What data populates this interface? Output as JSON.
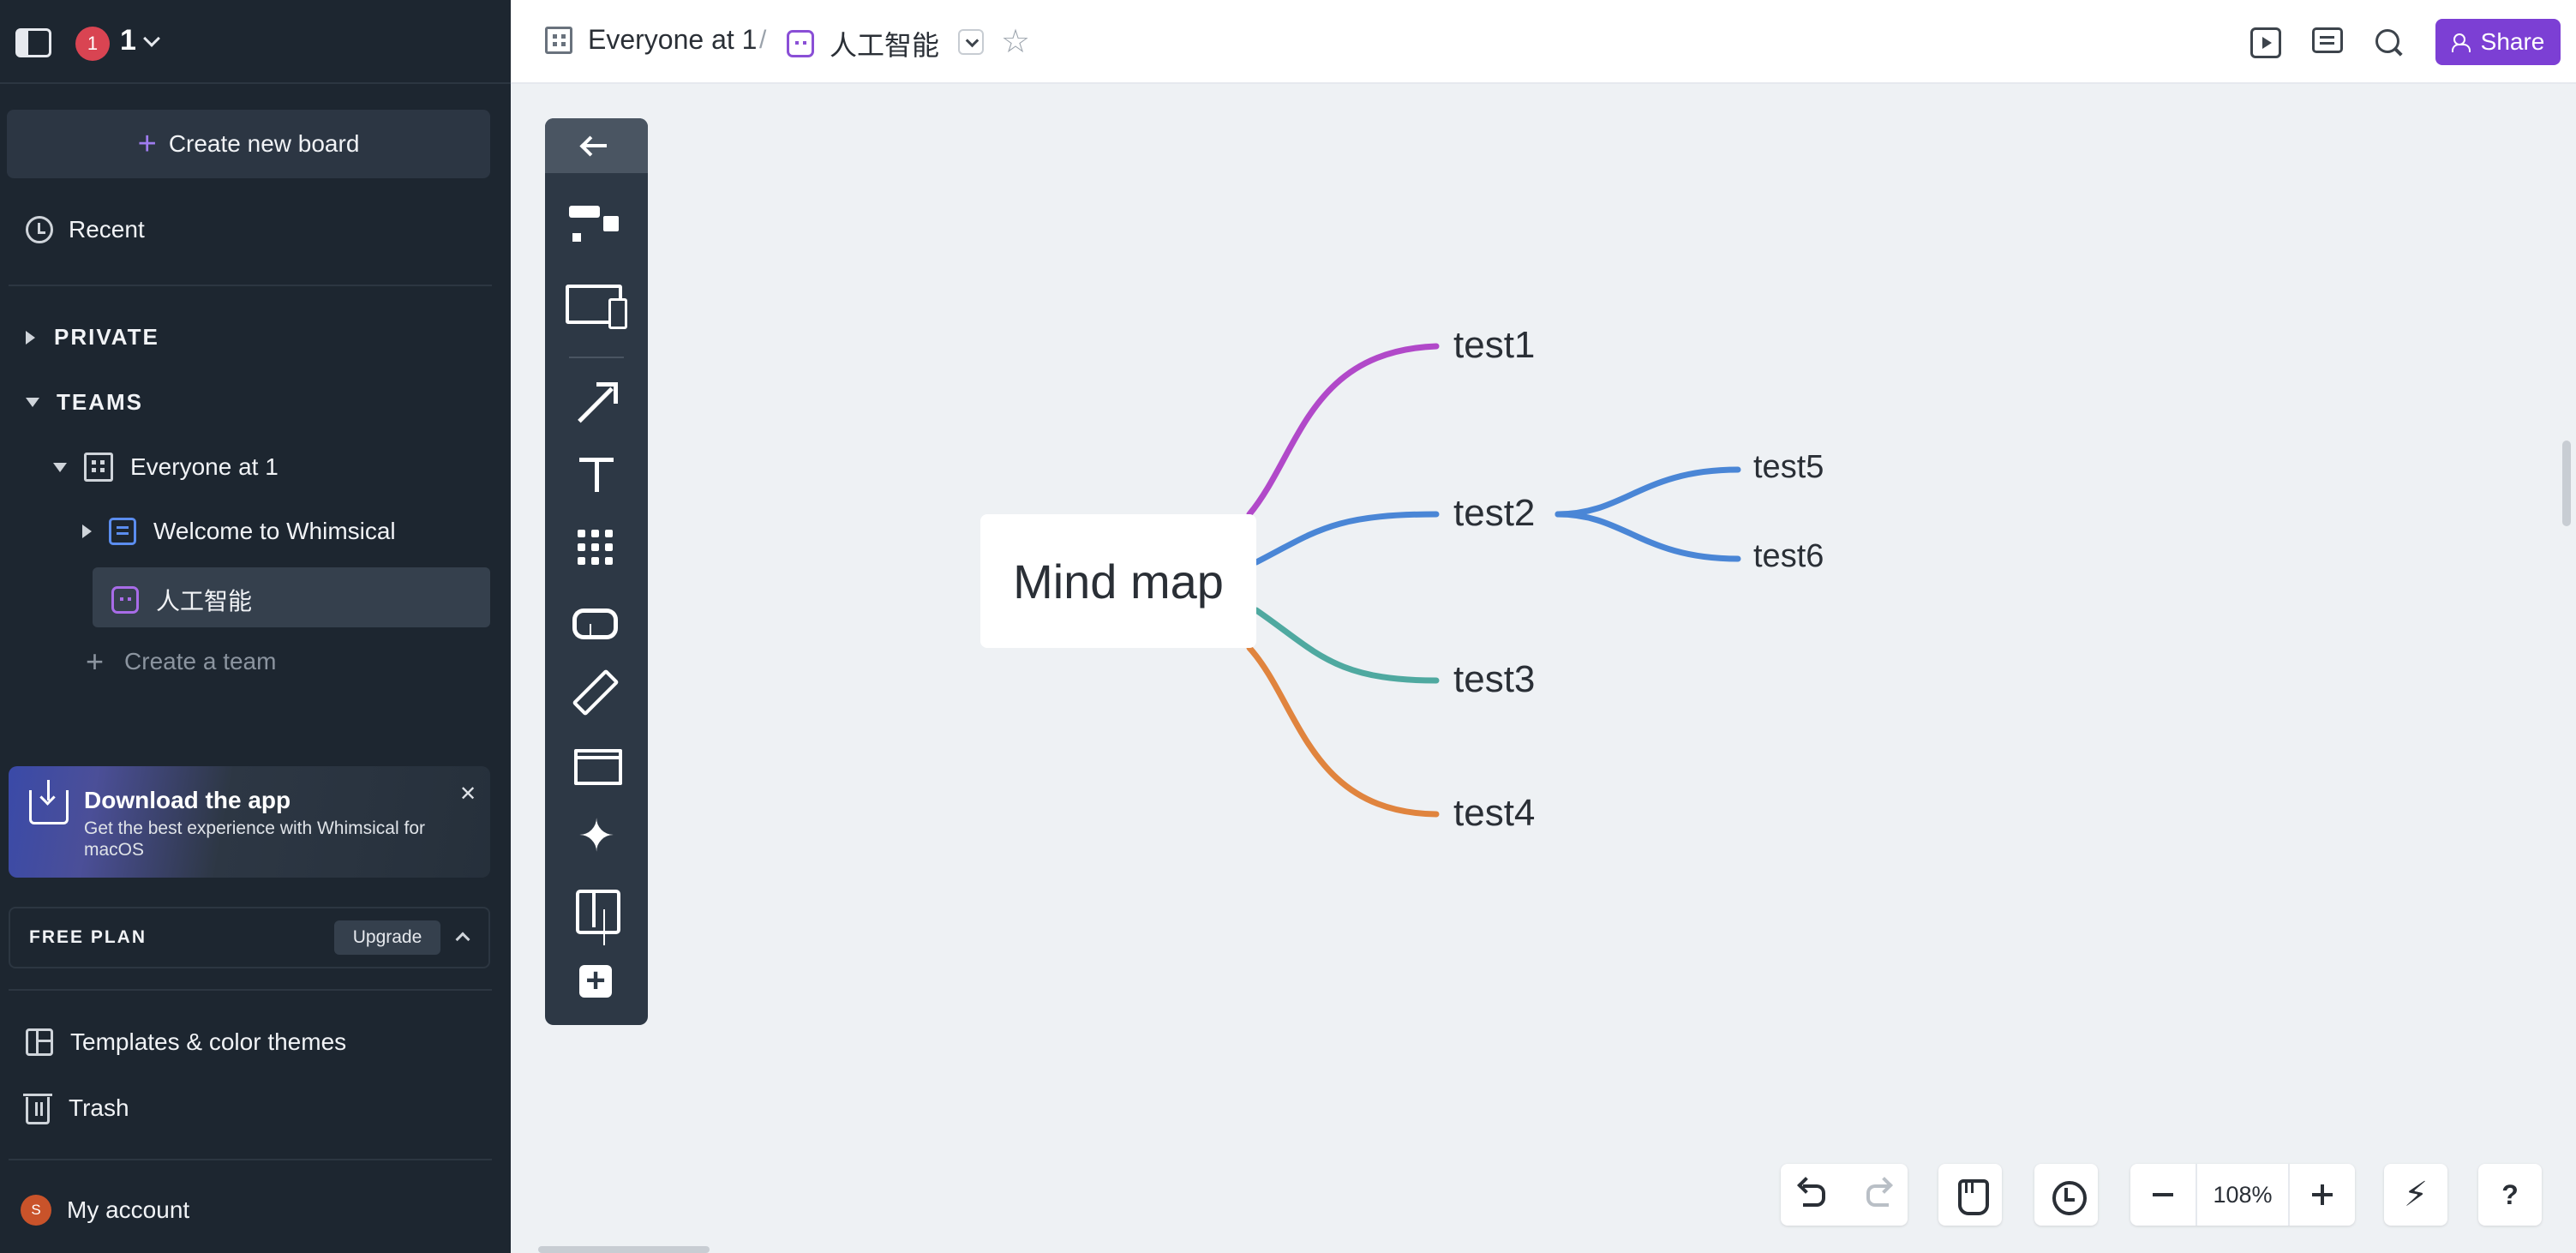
{
  "sidebar": {
    "notification_count": "1",
    "workspace_name": "1",
    "create_board_label": "Create new board",
    "recent_label": "Recent",
    "private_label": "PRIVATE",
    "teams_label": "TEAMS",
    "team_name": "Everyone at 1",
    "board_items": [
      {
        "label": "Welcome to Whimsical",
        "icon": "doc-icon"
      },
      {
        "label": "人工智能",
        "icon": "mindmap-icon",
        "active": true
      }
    ],
    "create_team_label": "Create a team",
    "download_card": {
      "title": "Download the app",
      "text": "Get the best experience with Whimsical for macOS",
      "close_symbol": "✕"
    },
    "plan": {
      "label": "FREE PLAN",
      "upgrade_label": "Upgrade"
    },
    "templates_label": "Templates & color themes",
    "trash_label": "Trash",
    "account": {
      "initial": "S",
      "label": "My account"
    }
  },
  "topbar": {
    "breadcrumb_team": "Everyone at 1",
    "breadcrumb_separator": "/",
    "breadcrumb_board": "人工智能",
    "share_label": "Share"
  },
  "canvas": {
    "toolbar_tools": [
      "back",
      "components",
      "device-frame",
      "arrow",
      "text",
      "grid",
      "link",
      "pencil",
      "frame",
      "ai-sparkle",
      "layout",
      "add"
    ],
    "mindmap": {
      "root": "Mind map",
      "nodes": [
        {
          "label": "test1",
          "color": "#b149c9"
        },
        {
          "label": "test2",
          "color": "#4a86d6",
          "children": [
            "test5",
            "test6"
          ]
        },
        {
          "label": "test3",
          "color": "#4fa9a0"
        },
        {
          "label": "test4",
          "color": "#e0843e"
        }
      ]
    },
    "controls": {
      "zoom_level": "108%",
      "help_symbol": "?",
      "bolt_symbol": "⚡"
    }
  },
  "colors": {
    "sidebar_bg": "#1d2630",
    "accent_purple": "#7c3fd4",
    "canvas_bg": "#eef1f4"
  }
}
